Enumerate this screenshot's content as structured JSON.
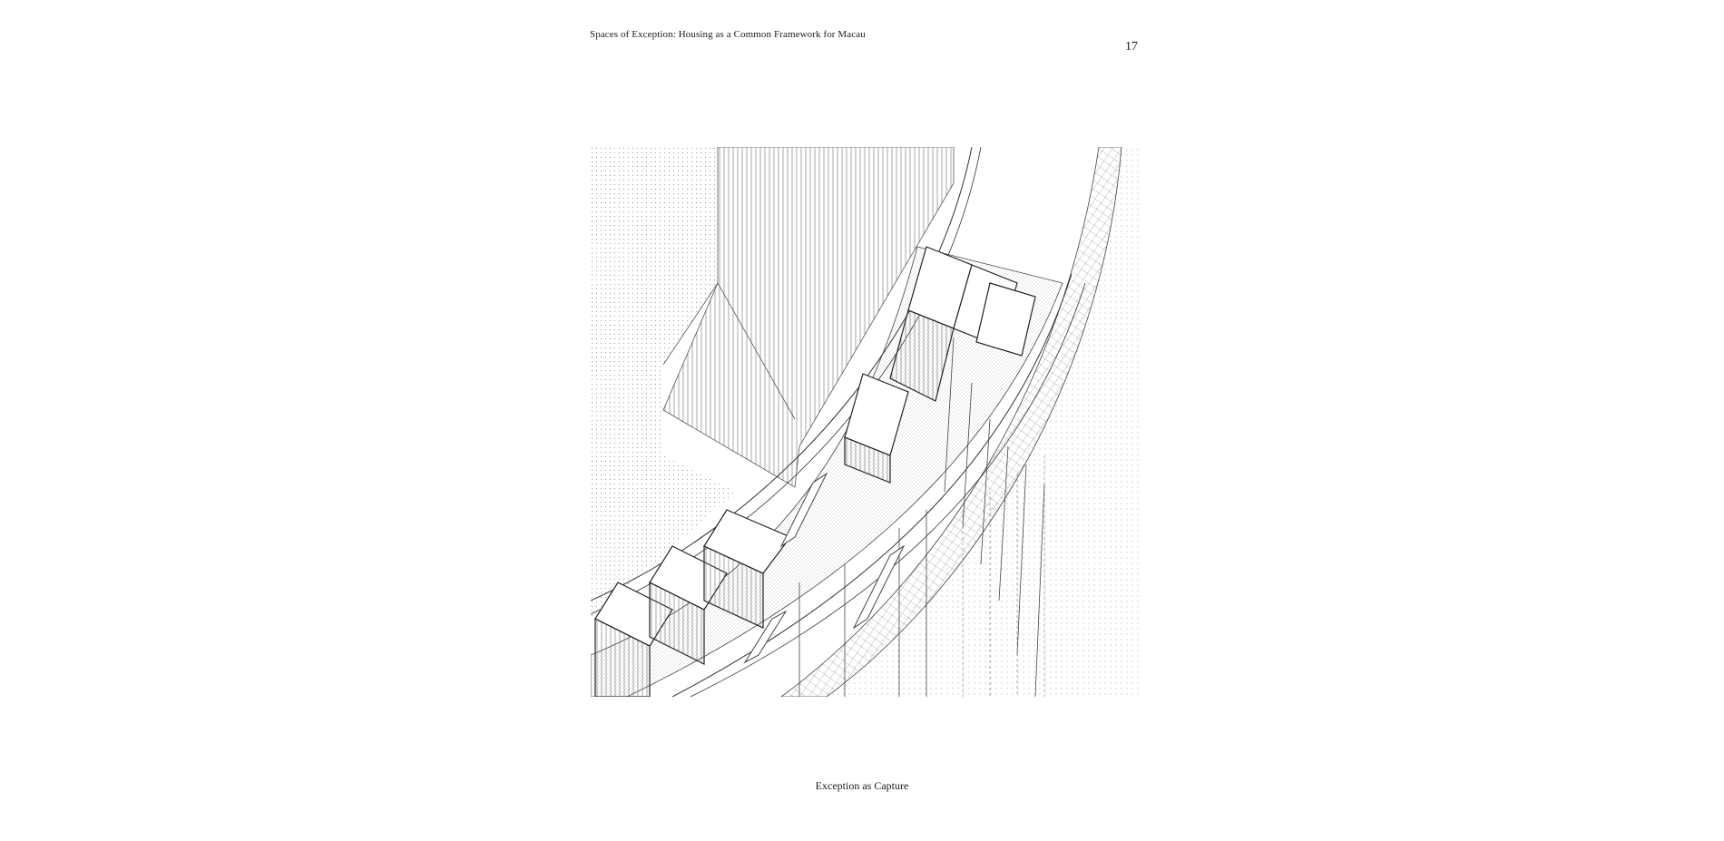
{
  "header": {
    "running_title": "Spaces of Exception:  Housing as a Common Framework for Macau",
    "page_number": "17"
  },
  "figure": {
    "caption": "Exception as Capture"
  }
}
